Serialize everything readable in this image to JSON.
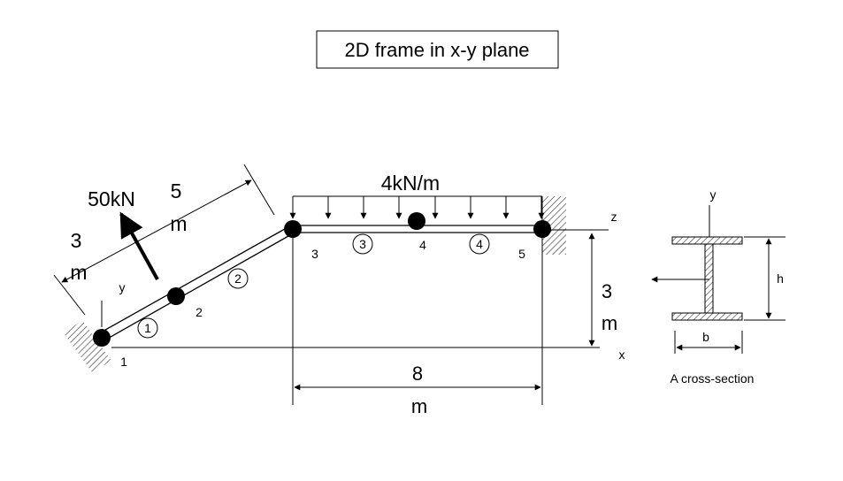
{
  "title": "2D frame in x-y plane",
  "load": {
    "point_load": "50kN",
    "distributed_load": "4kN/m"
  },
  "dimensions": {
    "incline_length_value": "5",
    "incline_length_unit": "m",
    "left_value": "3",
    "left_unit": "m",
    "height_value": "3",
    "height_unit": "m",
    "span_value": "8",
    "span_unit": "m"
  },
  "nodes": [
    "1",
    "2",
    "3",
    "4",
    "5"
  ],
  "elements": [
    "1",
    "2",
    "3",
    "4"
  ],
  "axes": {
    "x": "x",
    "y": "y",
    "z": "z"
  },
  "cross_section": {
    "label": "A cross-section",
    "y": "y",
    "h": "h",
    "b": "b"
  }
}
